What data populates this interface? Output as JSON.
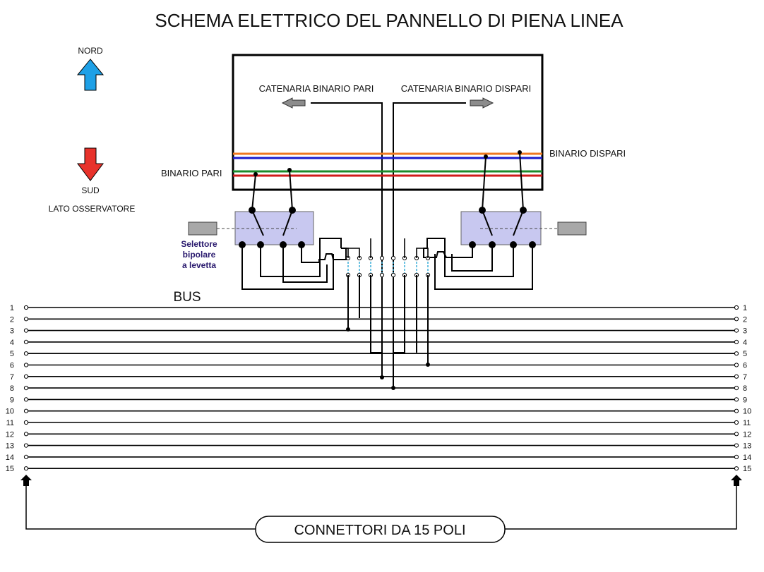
{
  "title": "SCHEMA ELETTRICO DEL PANNELLO DI PIENA LINEA",
  "compass": {
    "north": "NORD",
    "south": "SUD",
    "observer": "LATO OSSERVATORE",
    "north_color": "#1ea0e6",
    "south_color": "#e8322b"
  },
  "panel": {
    "catenary_even": "CATENARIA BINARIO PARI",
    "catenary_odd": "CATENARIA BINARIO DISPARI",
    "track_even": "BINARIO PARI",
    "track_odd": "BINARIO DISPARI"
  },
  "selector": {
    "line1": "Selettore",
    "line2": "bipolare",
    "line3": "a levetta",
    "text_color": "#2a1a6e",
    "fill_color": "#c8c8f0"
  },
  "bus": {
    "label": "BUS",
    "lines": [
      "1",
      "2",
      "3",
      "4",
      "5",
      "6",
      "7",
      "8",
      "9",
      "10",
      "11",
      "12",
      "13",
      "14",
      "15"
    ]
  },
  "connector_label": "CONNETTORI DA 15 POLI",
  "wire_colors": {
    "orange": "#f07820",
    "blue": "#1a1acc",
    "green": "#1a8a2a",
    "red": "#d01a1a",
    "dashed": "#3aaed8"
  }
}
